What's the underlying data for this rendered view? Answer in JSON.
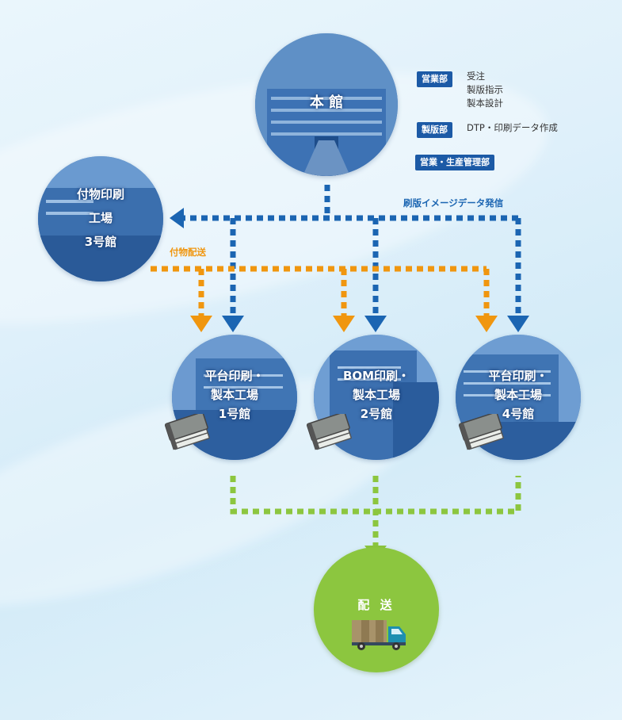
{
  "nodes": {
    "honkan": {
      "label_lines": [
        "本 館"
      ]
    },
    "factory3": {
      "label_lines": [
        "付物印刷",
        "工場",
        "3号館"
      ]
    },
    "factory1": {
      "label_lines": [
        "平台印刷・",
        "製本工場",
        "1号館"
      ]
    },
    "factory2": {
      "label_lines": [
        "BOM印刷・",
        "製本工場",
        "2号館"
      ]
    },
    "factory4": {
      "label_lines": [
        "平台印刷・",
        "製本工場",
        "4号館"
      ]
    },
    "delivery": {
      "label": "配 送"
    }
  },
  "departments": [
    {
      "badge": "営業部",
      "tasks": [
        "受注",
        "製版指示",
        "製本設計"
      ]
    },
    {
      "badge": "製版部",
      "tasks": [
        "DTP・印刷データ作成"
      ]
    },
    {
      "badge": "営業・生産管理部",
      "tasks": []
    }
  ],
  "flow_labels": {
    "plate_data": "刷版イメージデータ発信",
    "accessory_delivery": "付物配送"
  },
  "colors": {
    "plate_data_line": "#1b65b2",
    "accessory_line": "#f0960f",
    "delivery_line": "#8cc63f",
    "badge": "#1c5aa6",
    "circle": "#2f67ad"
  },
  "icons": {
    "book": "book-stack-icon",
    "truck": "delivery-truck-icon"
  }
}
